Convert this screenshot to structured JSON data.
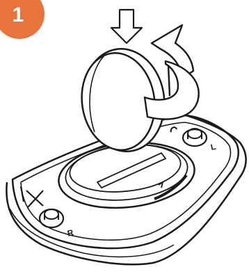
{
  "step": {
    "number": "1"
  },
  "buttons": {
    "left_label": "R",
    "right_label": "L"
  },
  "colors": {
    "badge": "#e8743b",
    "line": "#1a1a1a",
    "background": "#ffffff"
  },
  "icons": {
    "insert_arrow": "down-arrow-icon",
    "rotate_arrow": "rotate-arrow-icon",
    "left_button": "button-knob-icon",
    "right_button": "button-knob-icon"
  }
}
